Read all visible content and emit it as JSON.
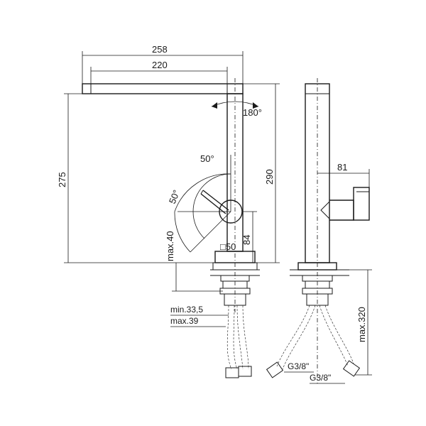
{
  "front_view": {
    "dim_top_outer": "258",
    "dim_top_inner": "220",
    "dim_left_height": "275",
    "dim_right_height": "290",
    "angle_upper": "50°",
    "angle_lower": "50°",
    "rotation": "180°",
    "dim_84": "84",
    "square_size": "□50",
    "max_40": "max.40",
    "min_33": "min.33,5",
    "max_39": "max.39"
  },
  "side_view": {
    "dim_81": "81",
    "max_320": "max.320",
    "thread_1": "G3/8\"",
    "thread_2": "G3/8\""
  }
}
